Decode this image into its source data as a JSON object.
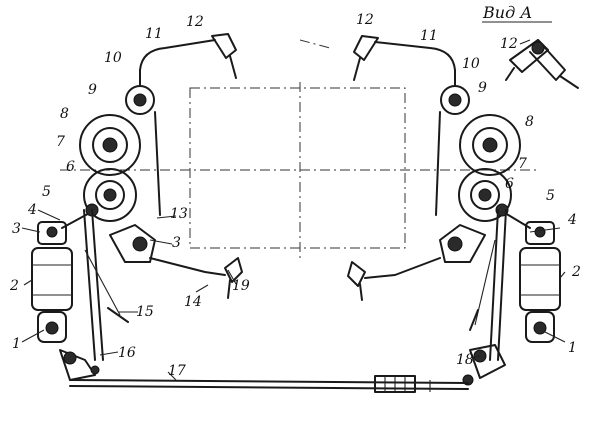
{
  "view_title": "Вид А",
  "labels": {
    "l1_left": "1",
    "l1_right": "1",
    "l2_left": "2",
    "l2_right": "2",
    "l3_left": "3",
    "l3_center": "3",
    "l4_left": "4",
    "l4_right": "4",
    "l5_left": "5",
    "l5_right": "5",
    "l6_left": "6",
    "l6_right": "6",
    "l7_left": "7",
    "l7_right": "7",
    "l8_left": "8",
    "l8_right": "8",
    "l9_left": "9",
    "l9_right": "9",
    "l10_left": "10",
    "l10_right": "10",
    "l11_left": "11",
    "l11_right": "11",
    "l12_left": "12",
    "l12_right": "12",
    "l12_view": "12",
    "l13": "13",
    "l14": "14",
    "l15": "15",
    "l16": "16",
    "l17": "17",
    "l18": "18",
    "l19": "19"
  }
}
